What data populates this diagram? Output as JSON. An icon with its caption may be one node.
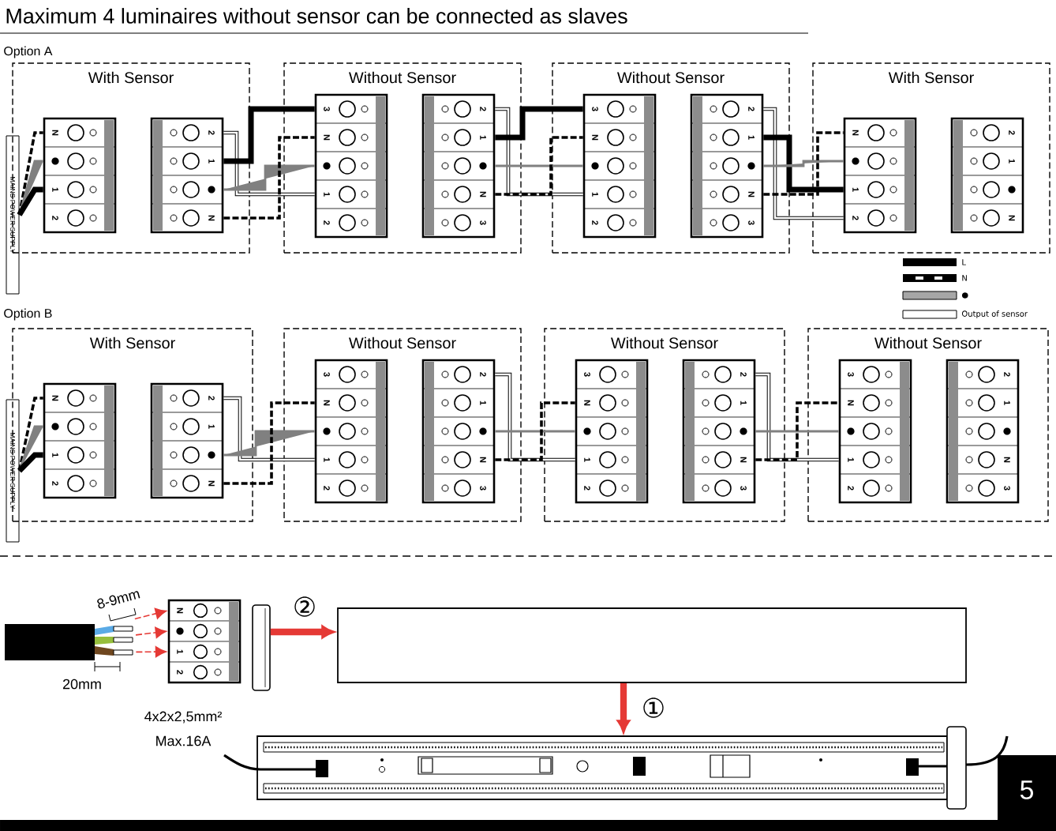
{
  "diagram": {
    "title": "Maximum 4 luminaires without sensor can be connected as slaves",
    "nodes": [
      {
        "text": [
          "With Sensor"
        ]
      },
      {
        "text": [
          "N",
          "1",
          "2"
        ],
        "in": 0
      },
      {
        "text": [
          "2",
          "1",
          "N"
        ],
        "in": 0
      },
      {
        "text": [
          "Without Sensor"
        ]
      },
      {
        "text": [
          "3",
          "N",
          "1",
          "2"
        ],
        "in": 3
      },
      {
        "text": [
          "2",
          "1",
          "N",
          "3"
        ],
        "in": 3
      },
      {
        "text": [
          "Without Sensor"
        ]
      },
      {
        "text": [
          "3",
          "N",
          "1",
          "2"
        ],
        "in": 6
      },
      {
        "text": [
          "2",
          "1",
          "N",
          "3"
        ],
        "in": 6
      },
      {
        "text": [
          "With Sensor"
        ]
      },
      {
        "text": [
          "N",
          "1",
          "2"
        ],
        "in": 9
      },
      {
        "text": [
          "2",
          "1",
          "N"
        ],
        "in": 9
      },
      {
        "text": [
          "MAINS POWER SUPPLY"
        ]
      },
      {
        "text": [
          "With Sensor"
        ]
      },
      {
        "text": [
          "N",
          "1",
          "2"
        ],
        "in": 13
      },
      {
        "text": [
          "2",
          "1",
          "N"
        ],
        "in": 13
      },
      {
        "text": [
          "Without Sensor"
        ]
      },
      {
        "text": [
          "3",
          "N",
          "1",
          "2"
        ],
        "in": 16
      },
      {
        "text": [
          "2",
          "1",
          "N",
          "3"
        ],
        "in": 16
      },
      {
        "text": [
          "Without Sensor"
        ]
      },
      {
        "text": [
          "3",
          "N",
          "1",
          "2"
        ],
        "in": 19
      },
      {
        "text": [
          "2",
          "1",
          "N",
          "3"
        ],
        "in": 19
      },
      {
        "text": [
          "Without Sensor"
        ]
      },
      {
        "text": [
          "3",
          "N",
          "1",
          "2"
        ],
        "in": 22
      },
      {
        "text": [
          "2",
          "1",
          "N",
          "3"
        ],
        "in": 22
      },
      {
        "text": [
          "MAINS POWER SUPPLY"
        ]
      },
      {
        "text": [],
        "shape": "bar"
      },
      {
        "text": [
          "N",
          "1",
          "2"
        ]
      },
      {
        "text": [],
        "shape": "picture"
      },
      {
        "text": [],
        "shape": "box"
      },
      {
        "text": [],
        "shape": "picture"
      }
    ],
    "edges": [
      {
        "from": 12,
        "to": 1,
        "arrow": "none",
        "style": "dashed"
      },
      {
        "from": 12,
        "to": 1,
        "arrow": "none",
        "color": "#808080"
      },
      {
        "from": 12,
        "to": 1,
        "arrow": "none",
        "style": "thick"
      },
      {
        "from": 2,
        "to": 4,
        "arrow": "none"
      },
      {
        "from": 2,
        "to": 4,
        "arrow": "none",
        "style": "thick"
      },
      {
        "from": 2,
        "to": 4,
        "arrow": "none",
        "color": "#808080"
      },
      {
        "from": 2,
        "to": 4,
        "arrow": "none",
        "style": "dashed"
      },
      {
        "from": 5,
        "to": 7,
        "arrow": "none"
      },
      {
        "from": 5,
        "to": 7,
        "arrow": "none",
        "style": "thick"
      },
      {
        "from": 5,
        "to": 7,
        "arrow": "none",
        "color": "#808080"
      },
      {
        "from": 5,
        "to": 7,
        "arrow": "none",
        "style": "dashed"
      },
      {
        "from": 8,
        "to": 10,
        "arrow": "none"
      },
      {
        "from": 8,
        "to": 10,
        "arrow": "none",
        "style": "thick"
      },
      {
        "from": 8,
        "to": 10,
        "arrow": "none",
        "color": "#808080"
      },
      {
        "from": 8,
        "to": 10,
        "arrow": "none",
        "style": "dashed"
      },
      {
        "from": 25,
        "to": 14,
        "arrow": "none",
        "style": "dashed"
      },
      {
        "from": 25,
        "to": 14,
        "arrow": "none",
        "color": "#808080"
      },
      {
        "from": 25,
        "to": 14,
        "arrow": "none",
        "style": "thick"
      },
      {
        "from": 15,
        "to": 17,
        "arrow": "none"
      },
      {
        "from": 15,
        "to": 17,
        "arrow": "none",
        "color": "#808080"
      },
      {
        "from": 15,
        "to": 17,
        "arrow": "none",
        "style": "dashed"
      },
      {
        "from": 18,
        "to": 20,
        "arrow": "none"
      },
      {
        "from": 18,
        "to": 20,
        "arrow": "none",
        "color": "#808080"
      },
      {
        "from": 18,
        "to": 20,
        "arrow": "none",
        "style": "dashed"
      },
      {
        "from": 21,
        "to": 23,
        "arrow": "none"
      },
      {
        "from": 21,
        "to": 23,
        "arrow": "none",
        "color": "#808080"
      },
      {
        "from": 21,
        "to": 23,
        "arrow": "none",
        "style": "dashed"
      },
      {
        "from": 26,
        "to": 27,
        "arrow": "to",
        "style": "dashed",
        "color": "#e53935"
      },
      {
        "from": 26,
        "to": 27,
        "arrow": "to",
        "style": "dashed",
        "color": "#e53935"
      },
      {
        "from": 26,
        "to": 27,
        "arrow": "to",
        "style": "dashed",
        "color": "#e53935"
      },
      {
        "from": 28,
        "to": 29,
        "arrow": "to",
        "style": "thick",
        "color": "#e53935",
        "label": "②"
      },
      {
        "from": 29,
        "to": 30,
        "arrow": "to",
        "style": "thick",
        "color": "#e53935",
        "label": "①"
      }
    ],
    "labels": [
      "Option A",
      "Option B",
      "8-9mm",
      "20mm",
      "4x2x2,5mm²",
      "Max.16A",
      "5"
    ],
    "legend": [
      {
        "text": "L"
      },
      {
        "text": "N"
      },
      {
        "text": "●"
      },
      {
        "text": "Output of sensor"
      }
    ]
  }
}
